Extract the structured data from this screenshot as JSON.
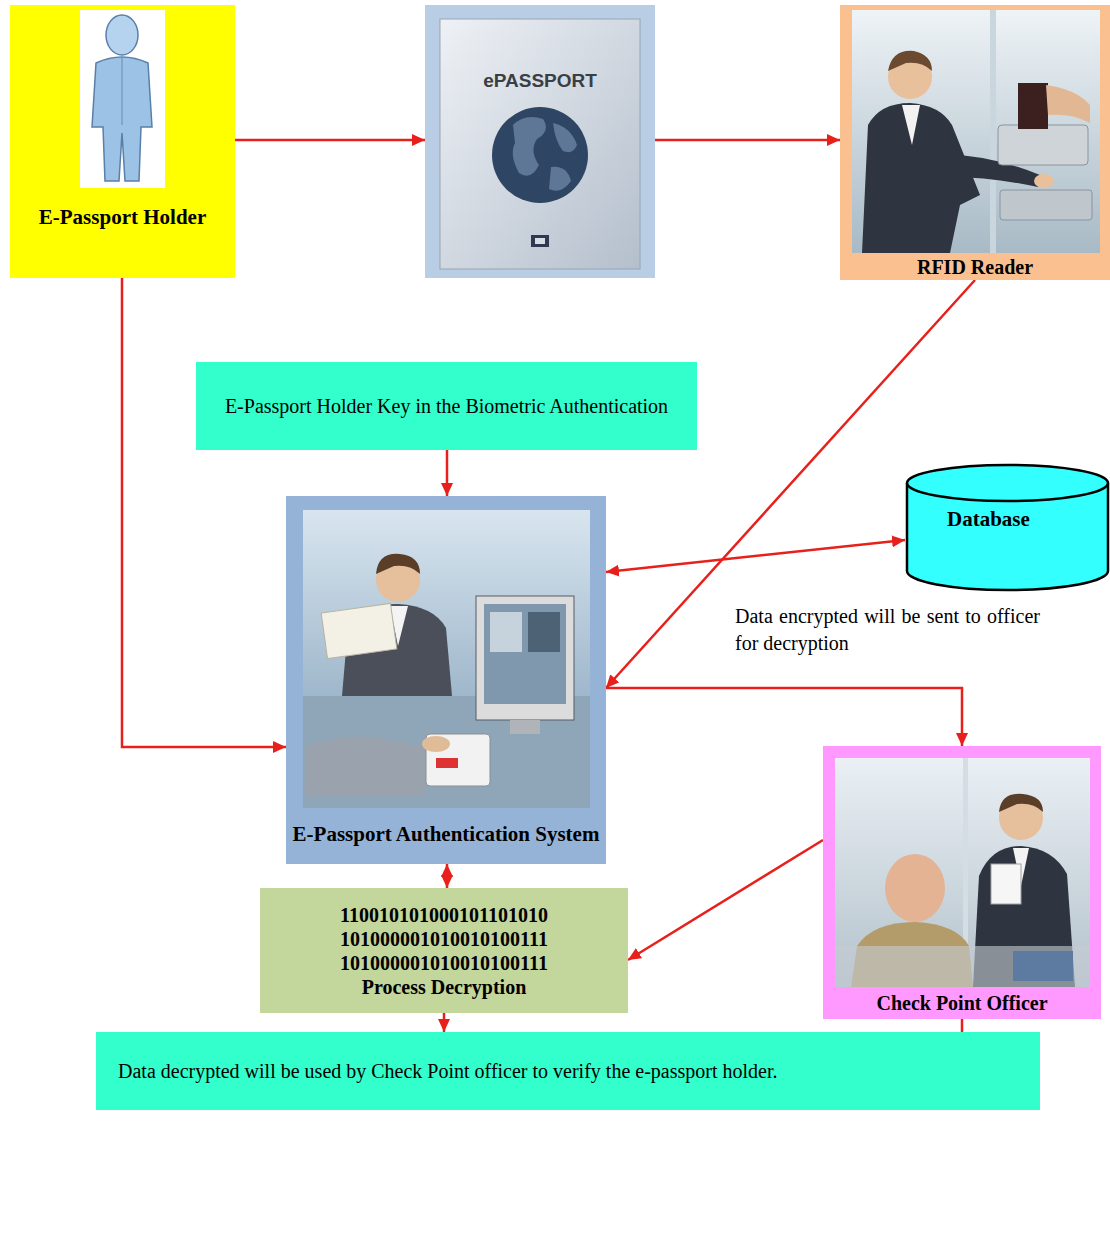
{
  "diagram": {
    "nodes": [
      {
        "text": [
          "E-Passport Holder"
        ]
      },
      {
        "text": [
          "ePASSPORT"
        ]
      },
      {
        "text": [
          "RFID Reader"
        ]
      },
      {
        "text": [
          "E-Passport Holder Key in the Biometric Authentication"
        ]
      },
      {
        "text": [
          "Database"
        ]
      },
      {
        "text": [
          "E-Passport Authentication System"
        ]
      },
      {
        "text": [
          "Check Point Officer"
        ]
      },
      {
        "text": [
          "110010101000101101010",
          "101000001010010100111",
          "101000001010010100111",
          "Process Decryption"
        ]
      },
      {
        "text": [
          "Data decrypted will be used by Check Point officer to verify the e-passport holder."
        ]
      }
    ],
    "edges": [
      {
        "from": 0,
        "to": 1,
        "arrow": "to"
      },
      {
        "from": 1,
        "to": 2,
        "arrow": "to"
      },
      {
        "from": 0,
        "to": 5,
        "arrow": "to"
      },
      {
        "from": 2,
        "to": 5,
        "arrow": "to"
      },
      {
        "from": 3,
        "to": 5,
        "arrow": "to"
      },
      {
        "from": 5,
        "to": 4,
        "arrow": "both"
      },
      {
        "from": 5,
        "to": 6,
        "arrow": "to"
      },
      {
        "from": 5,
        "to": 7,
        "arrow": "both"
      },
      {
        "from": 6,
        "to": 7,
        "arrow": "to"
      },
      {
        "from": 7,
        "to": 8,
        "arrow": "to"
      },
      {
        "from": 6,
        "to": 8,
        "arrow": "to"
      }
    ],
    "labels": [
      "Data encrypted will be sent to officer for decryption"
    ]
  }
}
